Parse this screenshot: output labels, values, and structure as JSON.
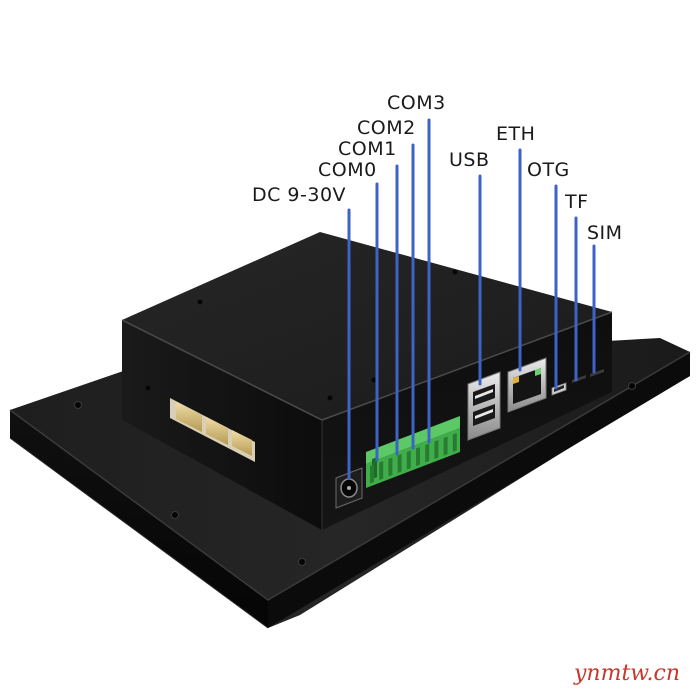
{
  "labels": {
    "dc": "DC 9-30V",
    "com0": "COM0",
    "com1": "COM1",
    "com2": "COM2",
    "com3": "COM3",
    "usb": "USB",
    "eth": "ETH",
    "otg": "OTG",
    "tf": "TF",
    "sim": "SIM"
  },
  "watermark": "ynmtw.cn",
  "colors": {
    "pointer": "#3d63c9",
    "housing": "#141414",
    "terminal": "#3fae4a",
    "watermark": "#c8362c"
  }
}
